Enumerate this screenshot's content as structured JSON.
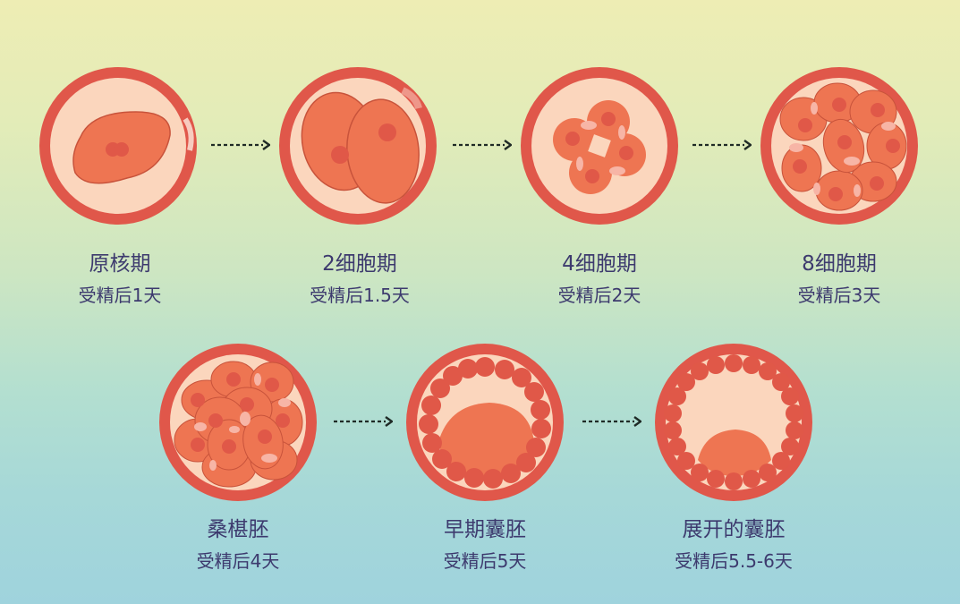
{
  "colors": {
    "background_top": "#eeedb4",
    "background_bottom": "#9fd3dd",
    "zona_ring": "#e0574a",
    "zona_inner": "#fbd6bd",
    "cell_fill": "#ee7552",
    "cell_stroke": "#c8533b",
    "nucleus": "#e05848",
    "vacuole": "#f7b5a6",
    "text": "#3d3a6e",
    "arrow": "#1f2a26"
  },
  "stages": [
    {
      "name": "原核期",
      "time": "受精后1天",
      "icon": "zygote-icon"
    },
    {
      "name": "2细胞期",
      "time": "受精后1.5天",
      "icon": "two-cell-icon"
    },
    {
      "name": "4细胞期",
      "time": "受精后2天",
      "icon": "four-cell-icon"
    },
    {
      "name": "8细胞期",
      "time": "受精后3天",
      "icon": "eight-cell-icon"
    },
    {
      "name": "桑椹胚",
      "time": "受精后4天",
      "icon": "morula-icon"
    },
    {
      "name": "早期囊胚",
      "time": "受精后5天",
      "icon": "early-blastocyst-icon"
    },
    {
      "name": "展开的囊胚",
      "time": "受精后5.5-6天",
      "icon": "expanded-blastocyst-icon"
    }
  ],
  "arrows": [
    "dotted-arrow-icon",
    "dotted-arrow-icon",
    "dotted-arrow-icon",
    "dotted-arrow-icon",
    "dotted-arrow-icon"
  ]
}
